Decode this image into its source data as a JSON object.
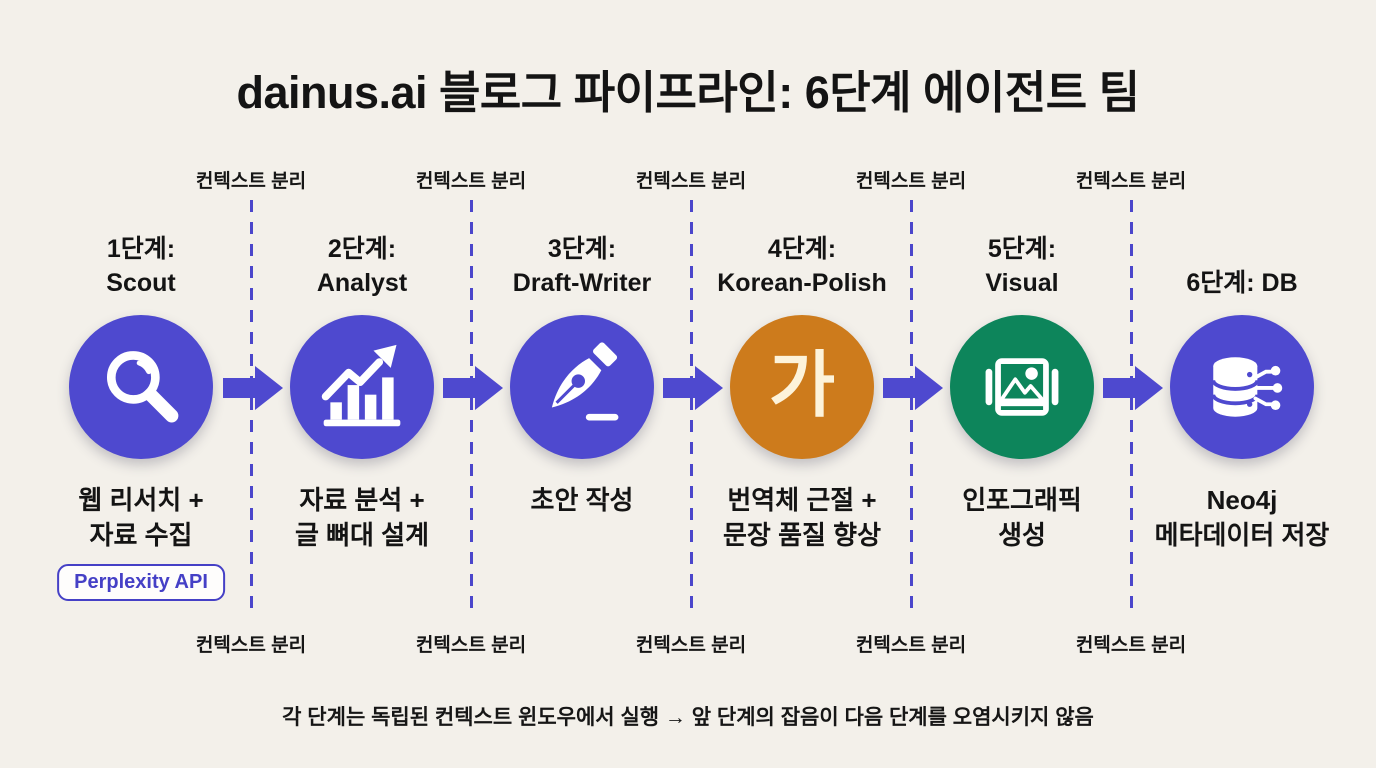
{
  "title": "dainus.ai 블로그 파이프라인: 6단계 에이전트 팀",
  "separator_label": "컨텍스트 분리",
  "footer": "각 단계는 독립된 컨텍스트 윈도우에서 실행 → 앞 단계의 잡음이 다음 단계를 오염시키지 않음",
  "colors": {
    "background": "#f3f0ea",
    "indigo": "#4e49cf",
    "orange": "#cd7b1c",
    "green": "#0d855b",
    "badge_accent": "#4540c6",
    "text": "#141414"
  },
  "stages": [
    {
      "label_line1": "1단계:",
      "label_line2": "Scout",
      "icon": "magnifier-icon",
      "circle_color": "#4e49cf",
      "desc_line1": "웹 리서치 +",
      "desc_line2": "자료 수집",
      "badge": "Perplexity API"
    },
    {
      "label_line1": "2단계:",
      "label_line2": "Analyst",
      "icon": "bar-chart-icon",
      "circle_color": "#4e49cf",
      "desc_line1": "자료 분석 +",
      "desc_line2": "글 뼈대 설계"
    },
    {
      "label_line1": "3단계:",
      "label_line2": "Draft-Writer",
      "icon": "pen-nib-icon",
      "circle_color": "#4e49cf",
      "desc_line1": "초안 작성",
      "desc_line2": ""
    },
    {
      "label_line1": "4단계:",
      "label_line2": "Korean-Polish",
      "icon": "hangul-ga-icon",
      "icon_text": "가",
      "circle_color": "#cd7b1c",
      "desc_line1": "번역체 근절 +",
      "desc_line2": "문장 품질 향상"
    },
    {
      "label_line1": "5단계:",
      "label_line2": "Visual",
      "icon": "gallery-icon",
      "circle_color": "#0d855b",
      "desc_line1": "인포그래픽",
      "desc_line2": "생성"
    },
    {
      "label_line1": "6단계: DB",
      "label_line2": "",
      "icon": "database-network-icon",
      "circle_color": "#4e49cf",
      "desc_line1": "Neo4j",
      "desc_line2": "메타데이터 저장"
    }
  ]
}
